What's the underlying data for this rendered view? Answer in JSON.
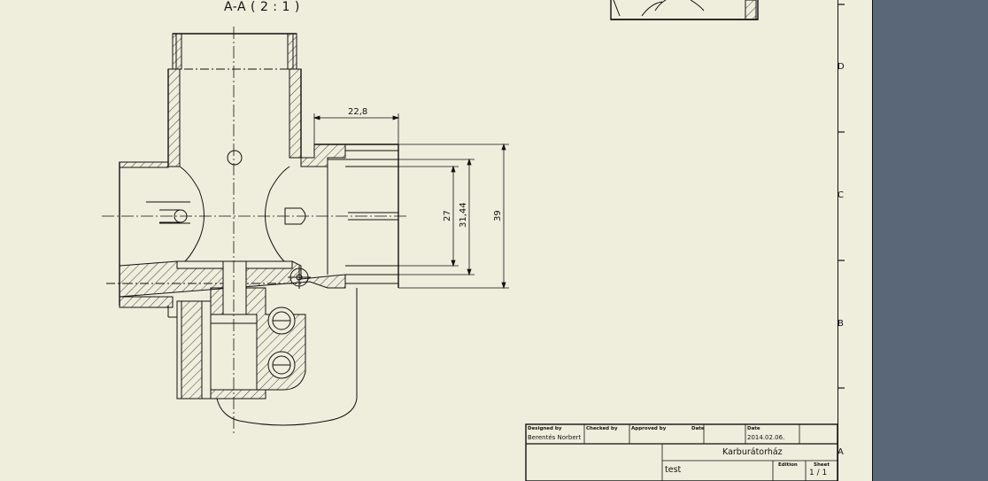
{
  "drawing": {
    "section_title": "A-A ( 2 : 1 )",
    "dimensions": {
      "top_width": "22,8",
      "inner_1": "27",
      "inner_2": "31,44",
      "outer": "39"
    }
  },
  "zones": [
    "D",
    "C",
    "B",
    "A"
  ],
  "title_block": {
    "designed_by_label": "Designed by",
    "designed_by_value": "Berentés Norbert",
    "checked_by_label": "Checked by",
    "approved_by_label": "Approved by",
    "date_label_1": "Date",
    "date_label_2": "Date",
    "date_value": "2014.02.06.",
    "part_name": "Karburátorház",
    "description": "test",
    "edition_label": "Edition",
    "sheet_label": "Sheet",
    "sheet_value": "1 / 1"
  },
  "colors": {
    "paper": "#efeddc",
    "background": "#5a6778",
    "line": "#111111"
  }
}
